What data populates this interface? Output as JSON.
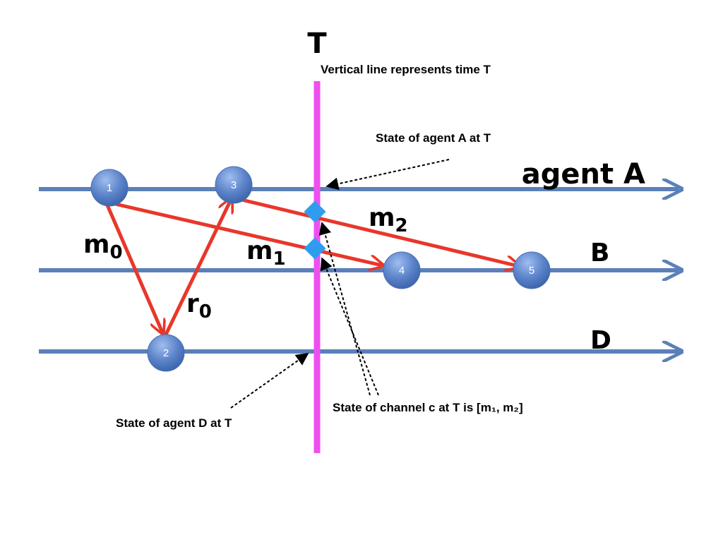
{
  "colors": {
    "lifeline": "#5b80b9",
    "message": "#e8372a",
    "time_line": "#f04ff0",
    "event_node": "#5b83c9",
    "channel_state": "#2f9cf0"
  },
  "time_label": "T",
  "time_caption": "Vertical line represents time T",
  "agents": [
    {
      "id": "A",
      "label": "agent A"
    },
    {
      "id": "B",
      "label": "B"
    },
    {
      "id": "D",
      "label": "D"
    }
  ],
  "events": [
    {
      "id": "1",
      "label": "1",
      "agent": "A"
    },
    {
      "id": "2",
      "label": "2",
      "agent": "D"
    },
    {
      "id": "3",
      "label": "3",
      "agent": "A"
    },
    {
      "id": "4",
      "label": "4",
      "agent": "B"
    },
    {
      "id": "5",
      "label": "5",
      "agent": "B"
    }
  ],
  "messages": [
    {
      "id": "m0",
      "name": "m",
      "sub": "0",
      "from": "1",
      "to": "2"
    },
    {
      "id": "r0",
      "name": "r",
      "sub": "0",
      "from": "2",
      "to": "3"
    },
    {
      "id": "m1",
      "name": "m",
      "sub": "1",
      "from": "1",
      "to": "4"
    },
    {
      "id": "m2",
      "name": "m",
      "sub": "2",
      "from": "3",
      "to": "5"
    }
  ],
  "annotations": {
    "state_agent_a": "State of agent A at T",
    "state_agent_d": "State of agent D at T",
    "state_channel": "State of channel c at T is [m₁, m₂]"
  }
}
